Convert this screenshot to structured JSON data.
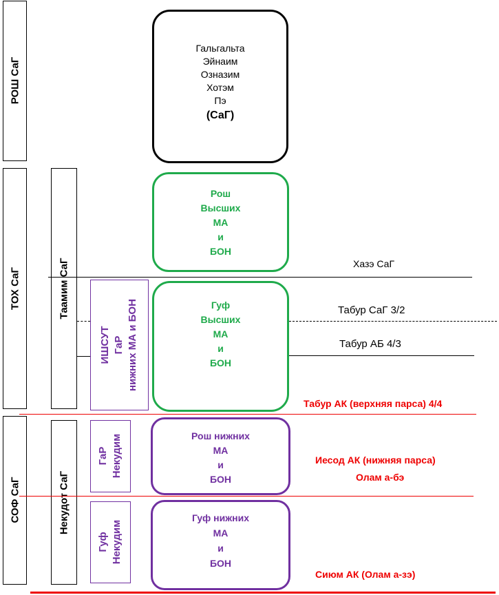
{
  "colors": {
    "black": "#000000",
    "green": "#1faa4b",
    "purple": "#7030a0",
    "red": "#ee0000"
  },
  "left_columns": {
    "rosh": "РОШ СаГ",
    "toh": "ТОХ СаГ",
    "sof": "СОФ СаГ",
    "taamim": "Таамим СаГ",
    "nekudot": "Некудот СаГ"
  },
  "ishsut": [
    "ИШСУТ",
    "ГаР",
    "нижних МА и БОН"
  ],
  "gar_nekudim": [
    "ГаР",
    "Некудим"
  ],
  "guf_nekudim": [
    "Гуф",
    "Некудим"
  ],
  "box_sag": {
    "lines": [
      "Гальгальта",
      "Эйнаим",
      "Озназим",
      "Хотэм",
      "Пэ"
    ],
    "bold_line": "(СаГ)"
  },
  "box_rosh_high": [
    "Рош",
    "Высших",
    "МА",
    "и",
    "БОН"
  ],
  "box_guf_high": [
    "Гуф",
    "Высших",
    "МА",
    "и",
    "БОН"
  ],
  "box_rosh_low": [
    "Рош нижних",
    "МА",
    "и",
    "БОН"
  ],
  "box_guf_low": [
    "Гуф нижних",
    "МА",
    "и",
    "БОН"
  ],
  "line_labels": {
    "hazeh": "Хазэ СаГ",
    "tabur_sag": "Табур СаГ 3/2",
    "tabur_ab": "Табур АБ 4/3",
    "tabur_ak": "Табур АК (верхняя парса) 4/4",
    "yesod_ak": "Иесод АК (нижняя парса)",
    "olam_abe": "Олам а-бэ",
    "siyum_ak": "Сиюм АК (Олам а-зэ)"
  }
}
